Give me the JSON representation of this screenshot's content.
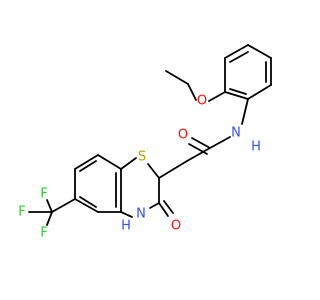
{
  "atoms": {
    "O_ether": {
      "label": "O",
      "color": "#ff0d0d"
    },
    "O_amide": {
      "label": "O",
      "color": "#ff0d0d"
    },
    "N_amide": {
      "label": "N",
      "color": "#3050f8"
    },
    "H_amide": {
      "label": "H",
      "color": "#3050f8"
    },
    "S_ring": {
      "label": "S",
      "color": "#b8a100"
    },
    "O_lactam": {
      "label": "O",
      "color": "#ff0d0d"
    },
    "N_lactam": {
      "label": "N",
      "color": "#3050f8"
    },
    "H_lactam": {
      "label": "H",
      "color": "#3050f8"
    },
    "F1": {
      "label": "F",
      "color": "#33cc33"
    },
    "F2": {
      "label": "F",
      "color": "#33cc33"
    },
    "F3": {
      "label": "F",
      "color": "#33cc33"
    }
  },
  "bond_color": "#000000",
  "background": "#ffffff"
}
